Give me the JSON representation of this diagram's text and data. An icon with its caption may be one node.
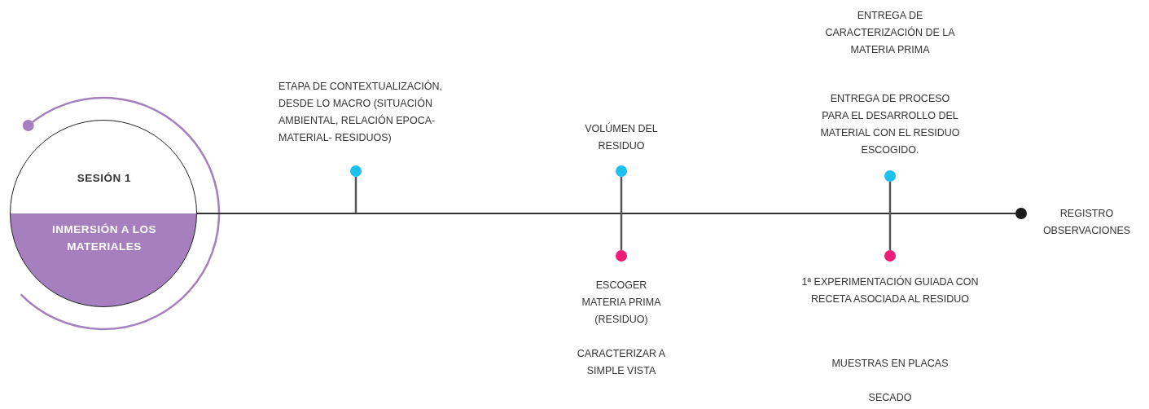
{
  "diagram": {
    "nodes": [
      {
        "text": [
          "SESIÓN 1",
          "INMERSIÓN A LOS MATERIALES"
        ]
      },
      {
        "text": [],
        "shape": "circle",
        "beside": [
          "ETAPA DE CONTEXTUALIZACIÓN, DESDE LO MACRO (SITUACIÓN AMBIENTAL, RELACIÓN EPOCA-MATERIAL- RESIDUOS)"
        ]
      },
      {
        "text": [],
        "shape": "circle",
        "beside": [
          "VOLÚMEN DEL RESIDUO"
        ]
      },
      {
        "text": [],
        "shape": "circle",
        "beside": [
          "ENTREGA DE PROCESO PARA EL DESARROLLO DEL MATERIAL CON EL RESIDUO ESCOGIDO."
        ]
      },
      {
        "text": [],
        "shape": "circle",
        "beside": [
          "ESCOGER MATERIA PRIMA (RESIDUO)"
        ]
      },
      {
        "text": [],
        "shape": "circle",
        "beside": [
          "1ª EXPERIMENTACIÓN GUIADA CON RECETA ASOCIADA AL RESIDUO",
          "MUESTRAS EN PLACAS",
          "SECADO"
        ]
      },
      {
        "text": [],
        "shape": "circle",
        "beside": [
          "REGISTRO OBSERVACIONES"
        ]
      }
    ],
    "edges": [
      {
        "from": 0,
        "to": 6,
        "arrow": "none"
      },
      {
        "from": 1,
        "to": null,
        "arrow": "none"
      },
      {
        "from": 2,
        "to": 4,
        "arrow": "none"
      },
      {
        "from": 3,
        "to": 5,
        "arrow": "none"
      }
    ],
    "labels": [
      "ENTREGA DE CARACTERIZACIÓN DE LA MATERIA PRIMA",
      "CARACTERIZAR A SIMPLE VISTA"
    ]
  }
}
